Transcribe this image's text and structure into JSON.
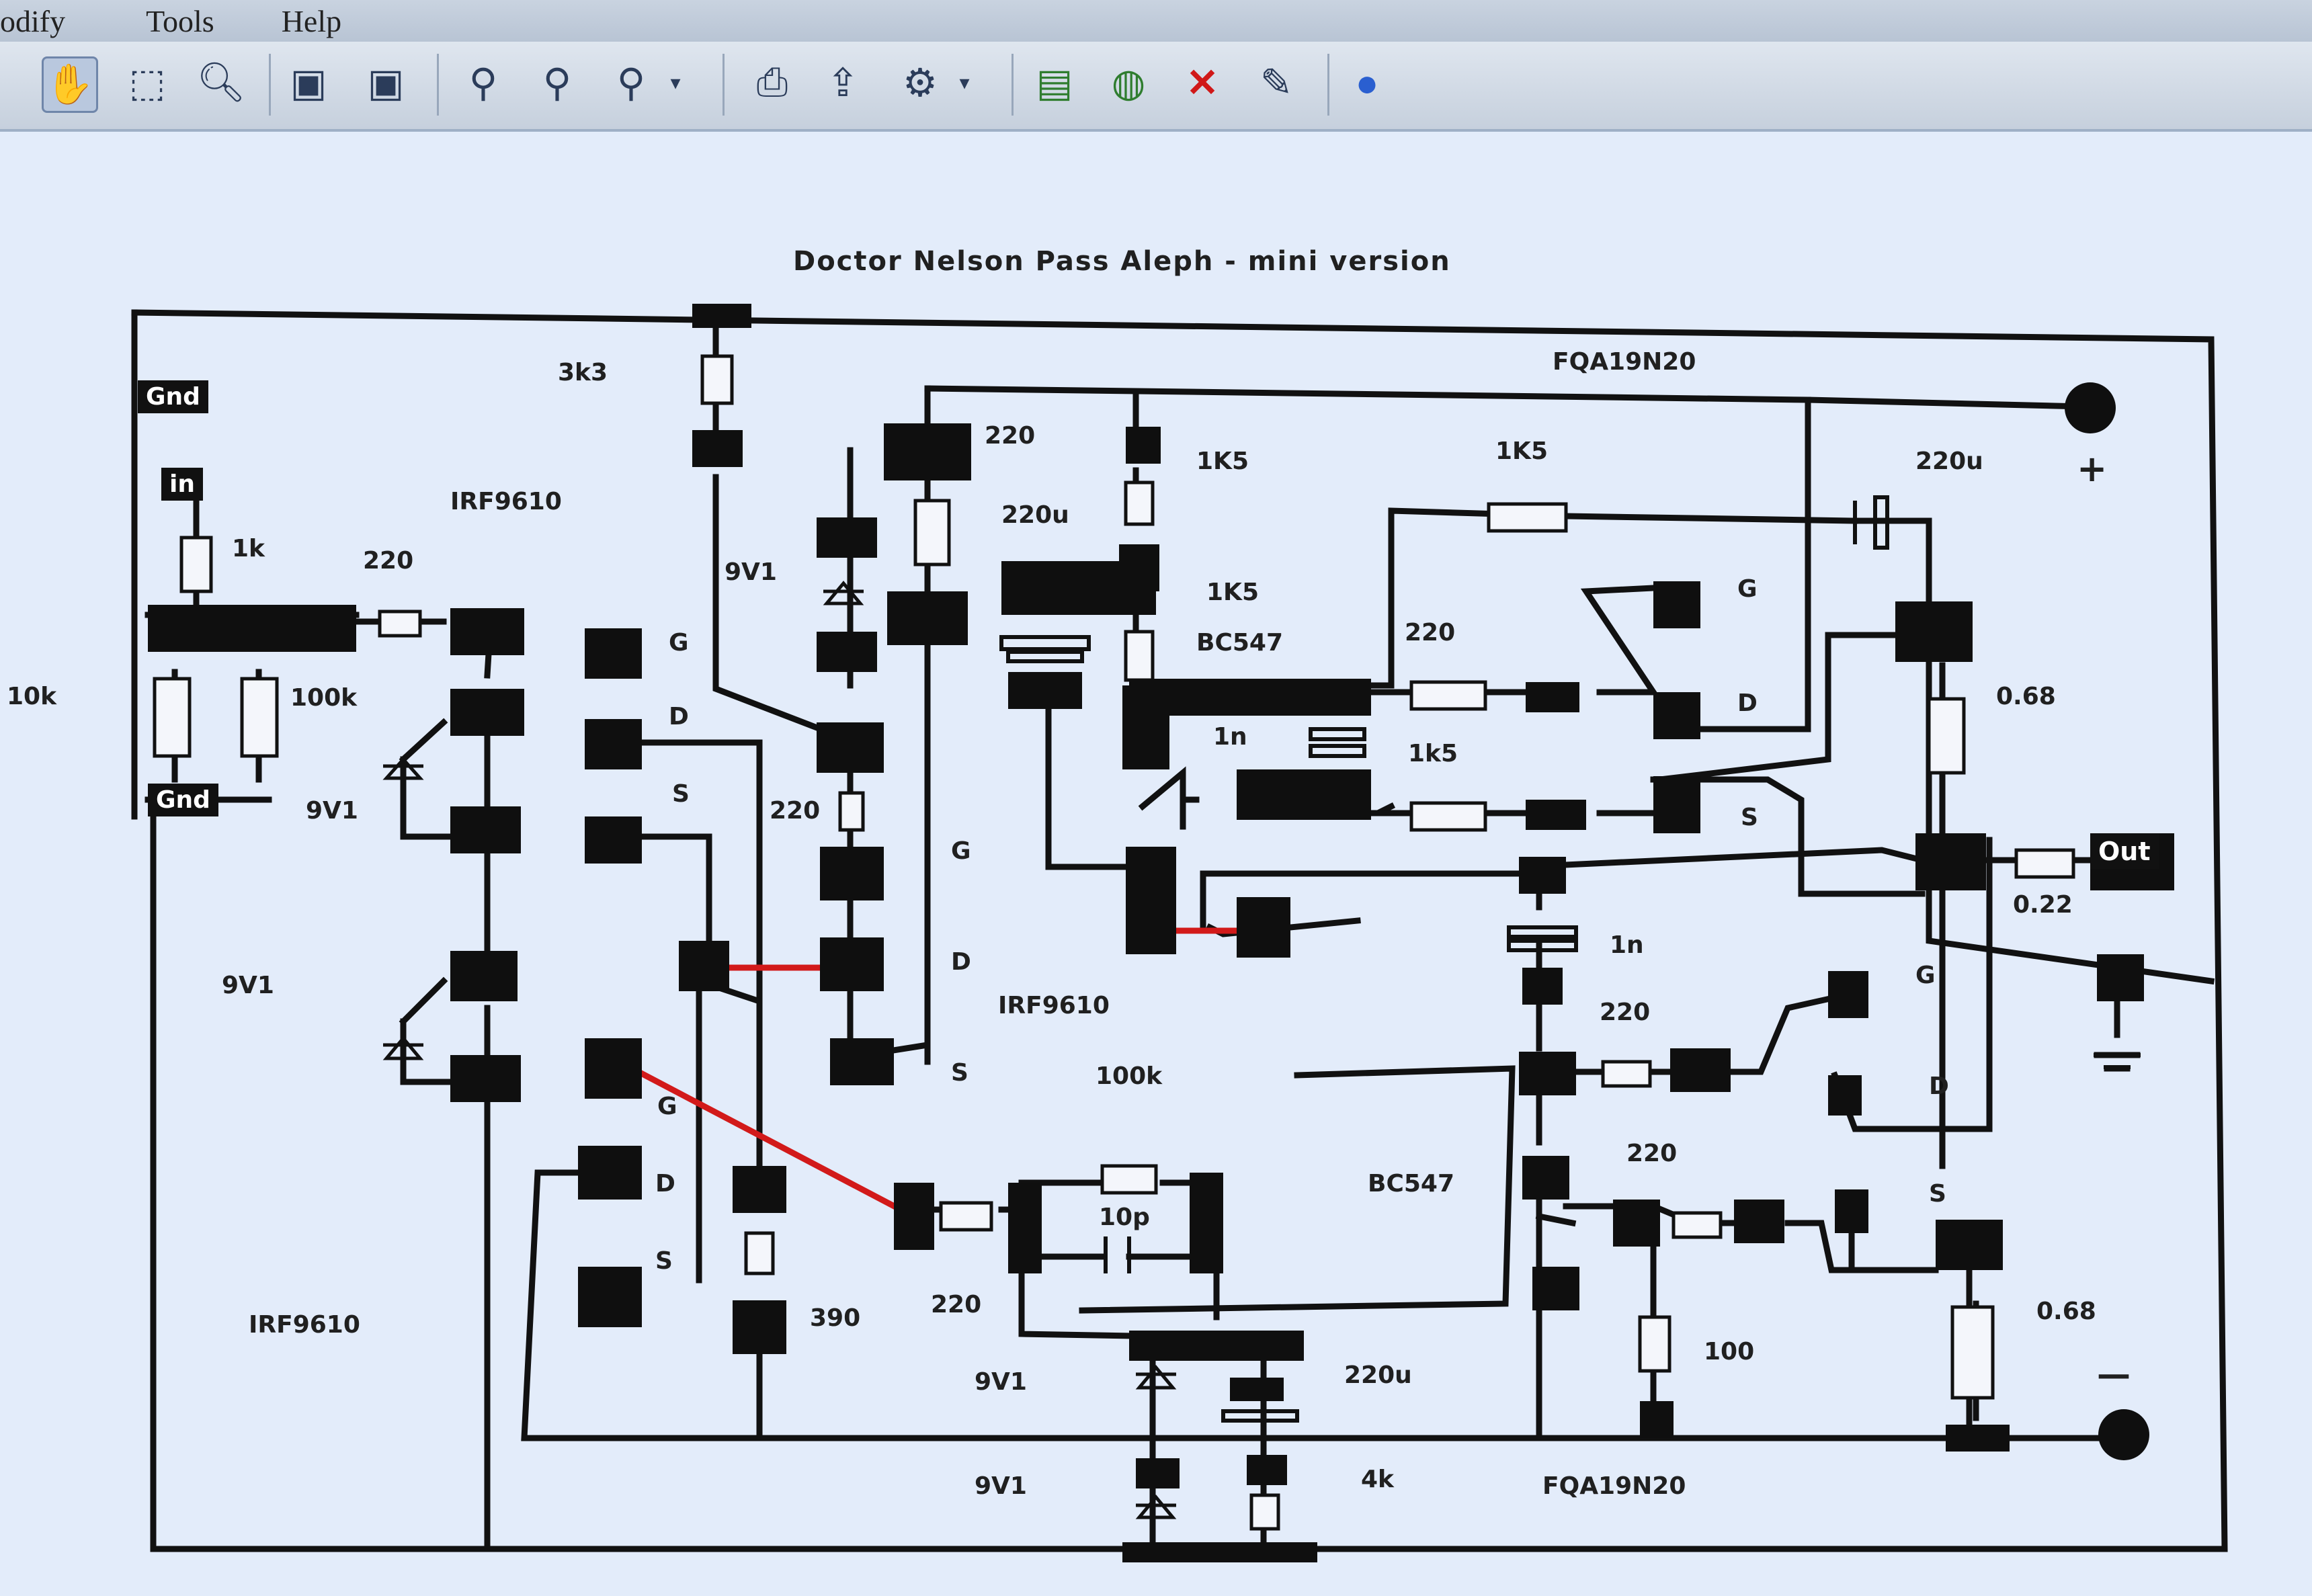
{
  "menu": {
    "items": [
      "odify",
      "Tools",
      "Help"
    ]
  },
  "toolbar": {
    "icons": [
      "hand-icon",
      "select-rect-icon",
      "magnifier-icon",
      "save-icon",
      "save-as-icon",
      "zoom-in-icon",
      "zoom-out-icon",
      "zoom-select-icon",
      "print-icon",
      "export-icon",
      "settings-icon",
      "open-icon",
      "globe-icon",
      "delete-icon",
      "edit-icon",
      "help-icon"
    ]
  },
  "schematic": {
    "title": "Doctor Nelson Pass Aleph - mini version",
    "labels": {
      "gnd_top": "Gnd",
      "in": "in",
      "gnd_bottom": "Gnd",
      "out": "Out",
      "r_10k": "10k",
      "r_1k": "1k",
      "r_220_in": "220",
      "r_100k_left": "100k",
      "z_9v1_a": "9V1",
      "z_9v1_b": "9V1",
      "q_irf9610_top": "IRF9610",
      "q_irf9610_bottom": "IRF9610",
      "g1": "G",
      "d1": "D",
      "s1": "S",
      "g2": "G",
      "d2": "D",
      "s2": "S",
      "r_3k3": "3k3",
      "z_9v1_c": "9V1",
      "r_220_mid": "220",
      "r_220_top": "220",
      "g3": "G",
      "d3": "D",
      "s3": "S",
      "q_irf9610_mid": "IRF9610",
      "r_390": "390",
      "r_220_low": "220",
      "c_220u_a": "220u",
      "r_1k5_a": "1K5",
      "r_1k5_b": "1K5",
      "q_bc547_a": "BC547",
      "c_1n_a": "1n",
      "r_220_c": "220",
      "r_1k5_c": "1k5",
      "r_1k5_d": "1K5",
      "q_fqa_top": "FQA19N20",
      "c_220u_b": "220u",
      "plus": "+",
      "g4": "G",
      "d4": "D",
      "s4": "S",
      "r_068_a": "0.68",
      "r_022": "0.22",
      "c_1n_b": "1n",
      "r_220_d": "220",
      "g5": "G",
      "d5": "D",
      "r_100k_mid": "100k",
      "c_10p": "10p",
      "q_bc547_b": "BC547",
      "r_220_e": "220",
      "s5": "S",
      "r_100": "100",
      "r_068_b": "0.68",
      "minus": "—",
      "z_9v1_d": "9V1",
      "c_220u_c": "220u",
      "z_9v1_e": "9V1",
      "r_4k": "4k",
      "q_fqa_bottom": "FQA19N20"
    }
  }
}
